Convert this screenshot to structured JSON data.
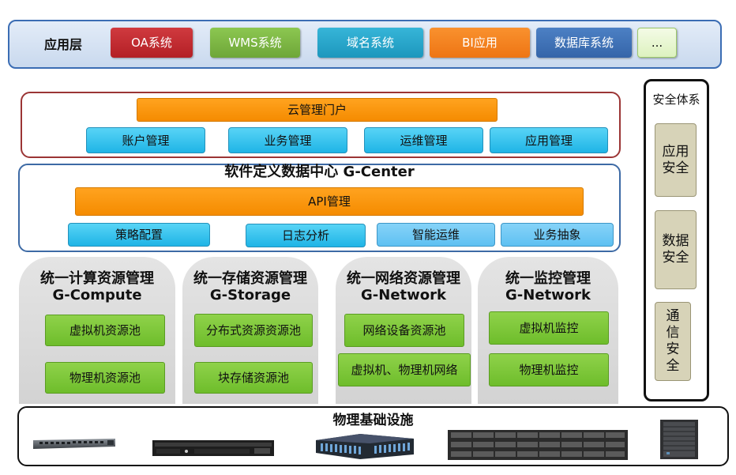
{
  "app_layer": {
    "label": "应用层",
    "items": [
      {
        "label": "OA系统",
        "color": "#c0272d"
      },
      {
        "label": "WMS系统",
        "color": "#7cb342"
      },
      {
        "label": "域名系统",
        "color": "#26a6c9"
      },
      {
        "label": "BI应用",
        "color": "#f47f20"
      },
      {
        "label": "数据库系统",
        "color": "#3e73b9"
      },
      {
        "label": "...",
        "color": "#e8f7d0"
      }
    ]
  },
  "cloud_portal": {
    "title": "云管理门户",
    "items": [
      "账户管理",
      "业务管理",
      "运维管理",
      "应用管理"
    ]
  },
  "gcenter": {
    "title": "软件定义数据中心 G-Center",
    "api": "API管理",
    "items": [
      "策略配置",
      "日志分析",
      "智能运维",
      "业务抽象"
    ]
  },
  "pillars": [
    {
      "title1": "统一计算资源管理",
      "title2": "G-Compute",
      "items": [
        "虚拟机资源池",
        "物理机资源池"
      ]
    },
    {
      "title1": "统一存储资源管理",
      "title2": "G-Storage",
      "items": [
        "分布式资源资源池",
        "块存储资源池"
      ]
    },
    {
      "title1": "统一网络资源管理",
      "title2": "G-Network",
      "items": [
        "网络设备资源池",
        "虚拟机、物理机网络"
      ]
    },
    {
      "title1": "统一监控管理",
      "title2": "G-Network",
      "items": [
        "虚拟机监控",
        "物理机监控"
      ]
    }
  ],
  "security": {
    "title": "安全体系",
    "items": [
      "应用安全",
      "数据安全",
      "通信安全"
    ]
  },
  "infrastructure": {
    "title": "物理基础设施",
    "devices": [
      "network-switch-icon",
      "rack-server-icon",
      "server-cluster-icon",
      "storage-array-icon",
      "cabinet-server-icon"
    ]
  },
  "colors": {
    "app_border": "#3b6db4",
    "portal_border": "#9b3535",
    "gcenter_border": "#3d6aa5",
    "orange": "#f7941d",
    "cyan": "#29bdef",
    "green": "#77c236"
  }
}
